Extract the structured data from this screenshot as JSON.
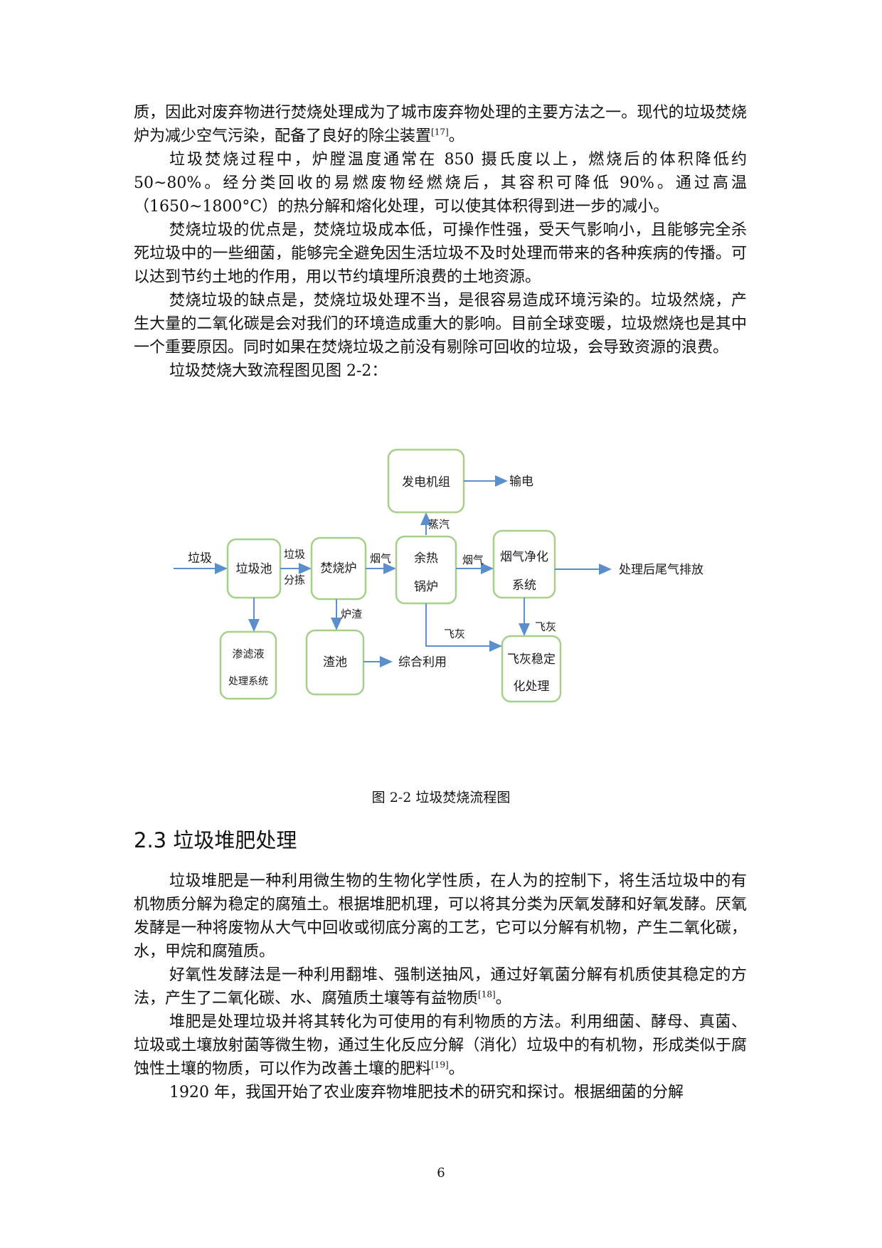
{
  "intro": {
    "p1": "质，因此对废弃物进行焚烧处理成为了城市废弃物处理的主要方法之一。现代的垃圾焚烧炉为减少空气污染，配备了良好的除尘装置",
    "p1_ref": "[17]",
    "p1_end": "。",
    "p2": "垃圾焚烧过程中，炉膛温度通常在 850 摄氏度以上，燃烧后的体积降低约 50~80%。经分类回收的易燃废物经燃烧后，其容积可降低 90%。通过高温（1650~1800°C）的热分解和熔化处理，可以使其体积得到进一步的减小。",
    "p3": "焚烧垃圾的优点是，焚烧垃圾成本低，可操作性强，受天气影响小，且能够完全杀死垃圾中的一些细菌，能够完全避免因生活垃圾不及时处理而带来的各种疾病的传播。可以达到节约土地的作用，用以节约填埋所浪费的土地资源。",
    "p4": "焚烧垃圾的缺点是，焚烧垃圾处理不当，是很容易造成环境污染的。垃圾然烧，产生大量的二氧化碳是会对我们的环境造成重大的影响。目前全球变暖，垃圾燃烧也是其中一个重要原因。同时如果在焚烧垃圾之前没有剔除可回收的垃圾，会导致资源的浪费。",
    "p5": "垃圾焚烧大致流程图见图 2-2："
  },
  "diagram": {
    "nodes": {
      "generator": "发电机组",
      "pool": "垃圾池",
      "incinerator": "焚烧炉",
      "boiler_1": "余热",
      "boiler_2": "锅炉",
      "purify_1": "烟气净化",
      "purify_2": "系统",
      "leachate_1": "渗滤液",
      "leachate_2": "处理系统",
      "slag_pool": "渣池",
      "flyash_1": "飞灰稳定",
      "flyash_2": "化处理"
    },
    "labels": {
      "input": "垃圾",
      "sort_1": "垃圾",
      "sort_2": "分拣",
      "flue_1": "烟气",
      "flue_2": "烟气",
      "steam": "蒸汽",
      "power": "输电",
      "exhaust": "处理后尾气排放",
      "slag": "炉渣",
      "reuse": "综合利用",
      "flyash_a": "飞灰",
      "flyash_b": "飞灰"
    }
  },
  "caption": "图 2-2 垃圾焚烧流程图",
  "section": {
    "heading": "2.3 垃圾堆肥处理",
    "p1": "垃圾堆肥是一种利用微生物的生物化学性质，在人为的控制下，将生活垃圾中的有机物质分解为稳定的腐殖土。根据堆肥机理，可以将其分类为厌氧发酵和好氧发酵。厌氧发酵是一种将废物从大气中回收或彻底分离的工艺，它可以分解有机物，产生二氧化碳，水，甲烷和腐殖质。",
    "p2": "好氧性发酵法是一种利用翻堆、强制送抽风，通过好氧菌分解有机质使其稳定的方法，产生了二氧化碳、水、腐殖质土壤等有益物质",
    "p2_ref": "[18]",
    "p2_end": "。",
    "p3": "堆肥是处理垃圾并将其转化为可使用的有利物质的方法。利用细菌、酵母、真菌、垃圾或土壤放射菌等微生物，通过生化反应分解（消化）垃圾中的有机物，形成类似于腐蚀性土壤的物质，可以作为改善土壤的肥料",
    "p3_ref": "[19]",
    "p3_end": "。",
    "p4": "1920 年，我国开始了农业废弃物堆肥技术的研究和探讨。根据细菌的分解"
  },
  "page_number": "6"
}
